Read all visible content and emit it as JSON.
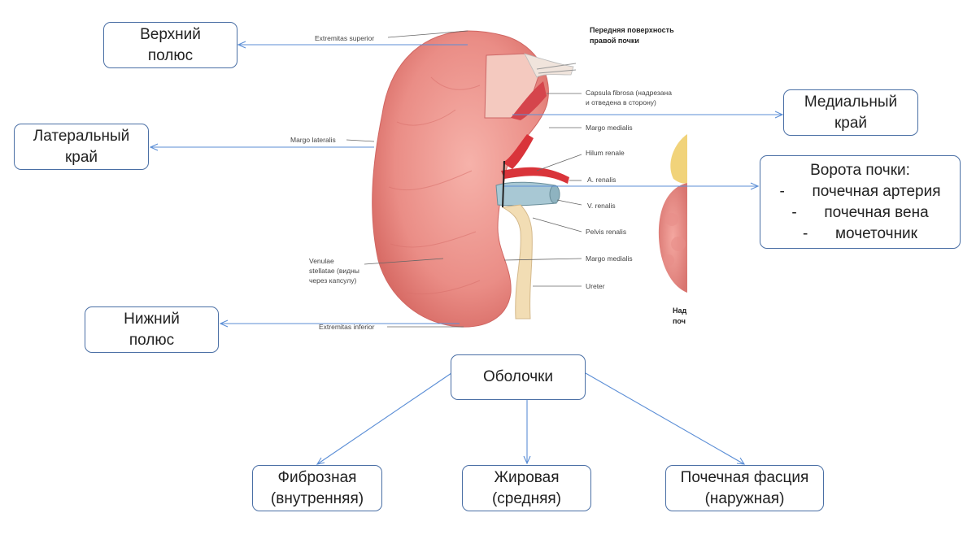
{
  "illustration": {
    "heading": [
      "Передняя поверхность",
      "правой почки"
    ],
    "labels": {
      "extremitas_superior": "Extremitas superior",
      "capsula_fibrosa": [
        "Capsula fibrosa (надрезана",
        "и отведена в сторону)"
      ],
      "margo_medialis_upper": "Margo medialis",
      "margo_lateralis": "Margo lateralis",
      "hilum_renale": "Hilum renale",
      "a_renalis": "A. renalis",
      "v_renalis": "V. renalis",
      "pelvis_renalis": "Pelvis renalis",
      "venulae": [
        "Venulae",
        "stellatae (видны",
        "через капсулу)"
      ],
      "margo_medialis_lower": "Margo medialis",
      "ureter": "Ureter",
      "extremitas_inferior": "Extremitas inferior",
      "cut_text": [
        "Над",
        "поч"
      ]
    }
  },
  "boxes": {
    "upper_pole": [
      "Верхний",
      "полюс"
    ],
    "medial_edge": [
      "Медиальный",
      "край"
    ],
    "lateral_edge": [
      "Латеральный",
      "край"
    ],
    "hilum": {
      "title": "Ворота почки:",
      "items": [
        {
          "dash": "-",
          "text": "почечная артерия"
        },
        {
          "dash": "-",
          "text": "почечная вена"
        },
        {
          "dash": "-",
          "text": "мочеточник"
        }
      ]
    },
    "lower_pole": [
      "Нижний",
      "полюс"
    ],
    "membranes": "Оболочки",
    "fibrous": [
      "Фиброзная",
      "(внутренняя)"
    ],
    "fatty": [
      "Жировая",
      "(средняя)"
    ],
    "fascia": [
      "Почечная фасция",
      "(наружная)"
    ]
  },
  "colors": {
    "connector": "#5b8ed6",
    "box_border": "#4a6fa5",
    "kidney": "#e98a84",
    "vein": "#a8c8d4",
    "ureter": "#f2ddb4",
    "artery": "#d9343a"
  }
}
